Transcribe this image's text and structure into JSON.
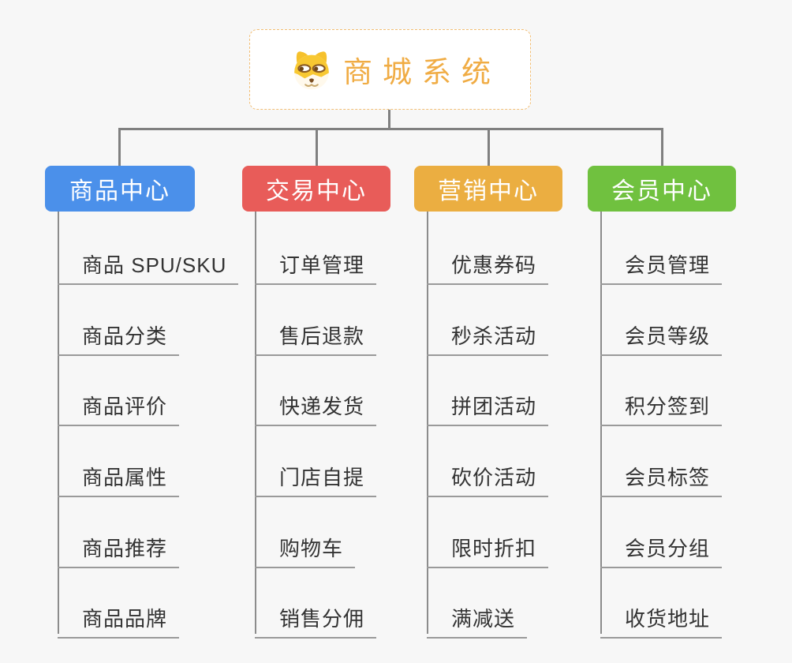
{
  "root": {
    "title": "商城系统",
    "icon": "shiba-dog-icon"
  },
  "palette": {
    "background": "#F7F7F7",
    "connector": "#808080",
    "leaf_line": "#9A9A9A",
    "leaf_text": "#333333",
    "root_accent": "#F0AC44",
    "root_border": "#F2BE74"
  },
  "branches": [
    {
      "label": "商品中心",
      "color": "#4B90EA",
      "children": [
        "商品 SPU/SKU",
        "商品分类",
        "商品评价",
        "商品属性",
        "商品推荐",
        "商品品牌"
      ]
    },
    {
      "label": "交易中心",
      "color": "#E85C59",
      "children": [
        "订单管理",
        "售后退款",
        "快递发货",
        "门店自提",
        "购物车",
        "销售分佣"
      ]
    },
    {
      "label": "营销中心",
      "color": "#EBAE41",
      "children": [
        "优惠券码",
        "秒杀活动",
        "拼团活动",
        "砍价活动",
        "限时折扣",
        "满减送"
      ]
    },
    {
      "label": "会员中心",
      "color": "#70C13F",
      "children": [
        "会员管理",
        "会员等级",
        "积分签到",
        "会员标签",
        "会员分组",
        "收货地址"
      ]
    }
  ]
}
